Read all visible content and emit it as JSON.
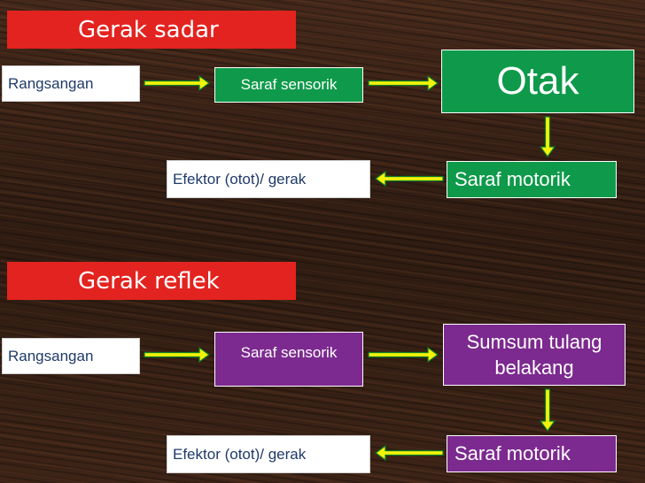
{
  "sections": [
    {
      "title": "Gerak sadar",
      "stimulus": "Rangsangan",
      "sensory": "Saraf sensorik",
      "center": "Otak",
      "effector": "Efektor (otot)/ gerak",
      "motor": "Saraf motorik"
    },
    {
      "title": "Gerak reflek",
      "stimulus": "Rangsangan",
      "sensory": "Saraf sensorik",
      "center": "Sumsum tulang belakang",
      "effector": "Efektor (otot)/ gerak",
      "motor": "Saraf motorik"
    }
  ],
  "colors": {
    "title": "#e3231f",
    "conscious": "#0e9a4a",
    "reflex": "#7c2a8f",
    "arrow": "#f2f20a",
    "arrow_outline": "#0a7a2a"
  }
}
